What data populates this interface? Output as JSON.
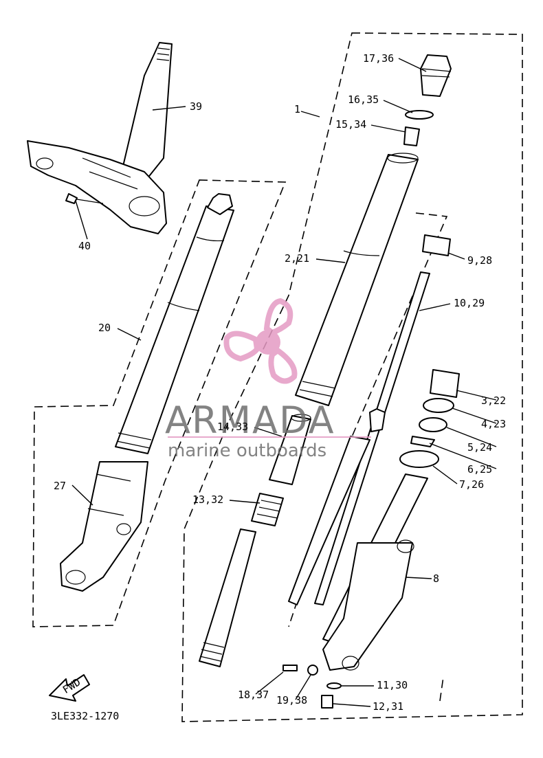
{
  "diagram": {
    "code": "3LE332-1270",
    "fwd_label": "FWD",
    "callouts": [
      {
        "id": "c-17-36",
        "text": "17,36"
      },
      {
        "id": "c-16-35",
        "text": "16,35"
      },
      {
        "id": "c-15-34",
        "text": "15,34"
      },
      {
        "id": "c-1",
        "text": "1"
      },
      {
        "id": "c-39",
        "text": "39"
      },
      {
        "id": "c-40",
        "text": "40"
      },
      {
        "id": "c-2-21",
        "text": "2,21"
      },
      {
        "id": "c-9-28",
        "text": "9,28"
      },
      {
        "id": "c-10-29",
        "text": "10,29"
      },
      {
        "id": "c-20",
        "text": "20"
      },
      {
        "id": "c-3-22",
        "text": "3,22"
      },
      {
        "id": "c-4-23",
        "text": "4,23"
      },
      {
        "id": "c-14-33",
        "text": "14,33"
      },
      {
        "id": "c-5-24",
        "text": "5,24"
      },
      {
        "id": "c-6-25",
        "text": "6,25"
      },
      {
        "id": "c-27",
        "text": "27"
      },
      {
        "id": "c-7-26",
        "text": "7,26"
      },
      {
        "id": "c-13-32",
        "text": "13,32"
      },
      {
        "id": "c-8",
        "text": "8"
      },
      {
        "id": "c-11-30",
        "text": "11,30"
      },
      {
        "id": "c-18-37",
        "text": "18,37"
      },
      {
        "id": "c-19-38",
        "text": "19,38"
      },
      {
        "id": "c-12-31",
        "text": "12,31"
      }
    ]
  },
  "watermark": {
    "brand": "ARMADA",
    "tagline": "marine outboards",
    "brand_color": "#6e6e6e",
    "logo_color": "#e59bc4"
  }
}
